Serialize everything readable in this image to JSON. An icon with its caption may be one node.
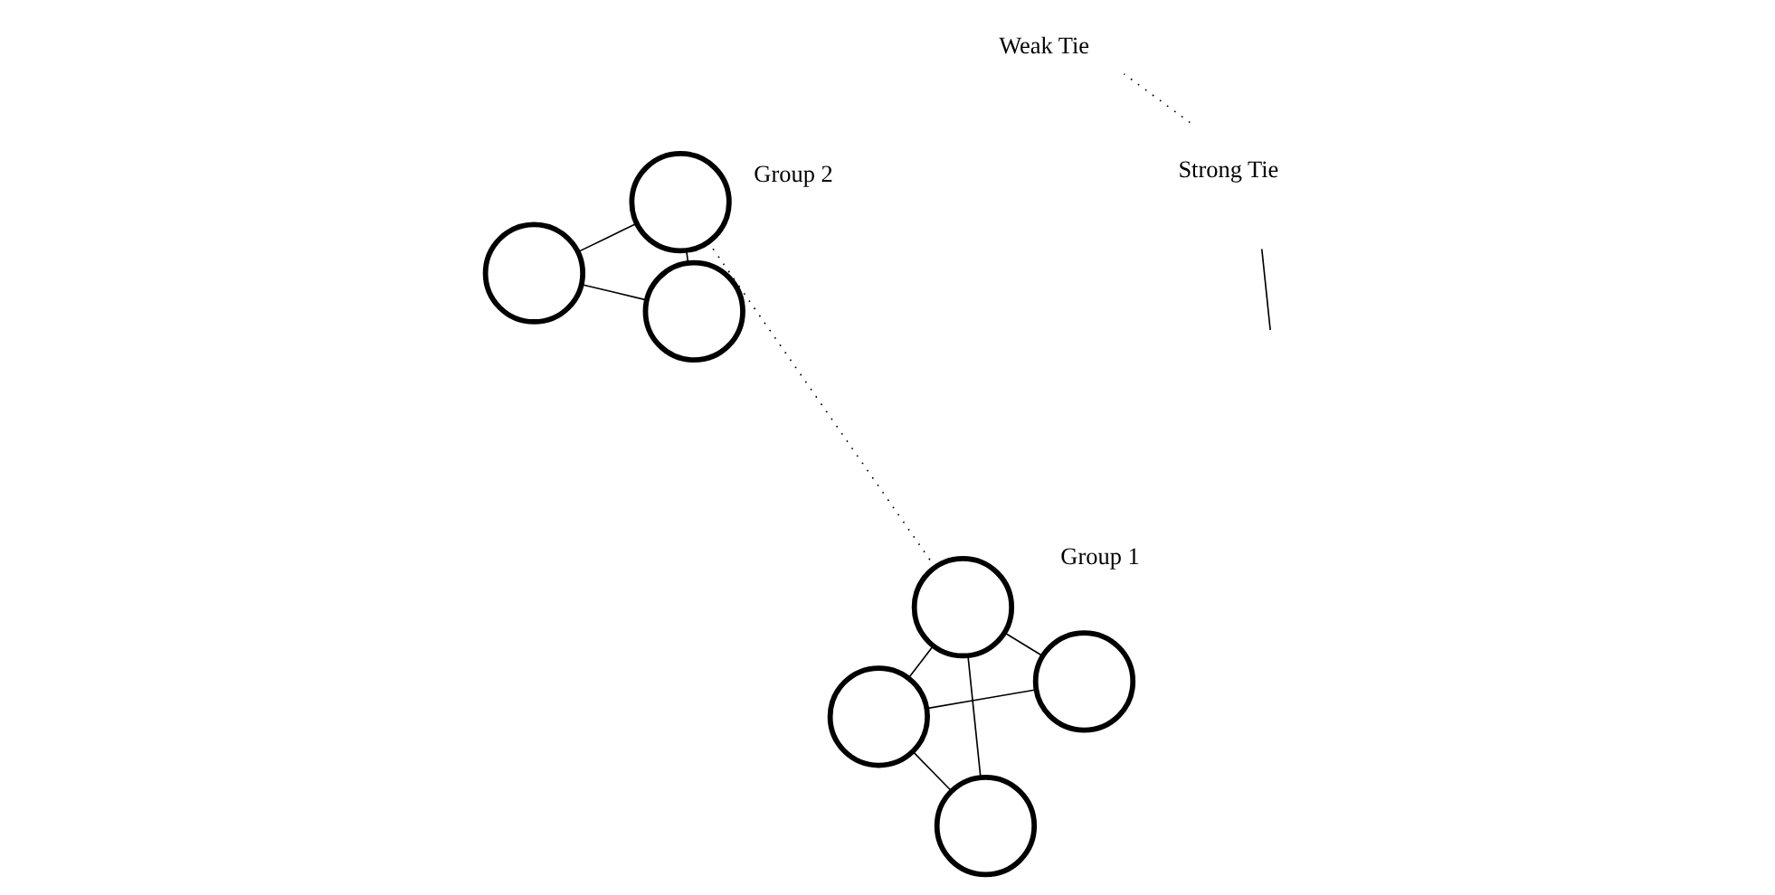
{
  "diagram": {
    "nodes": [
      {
        "text": [],
        "shape": "circle"
      },
      {
        "text": [],
        "shape": "circle"
      },
      {
        "text": [],
        "shape": "circle"
      },
      {
        "text": [],
        "shape": "circle"
      },
      {
        "text": [],
        "shape": "circle"
      },
      {
        "text": [],
        "shape": "circle"
      },
      {
        "text": [],
        "shape": "circle"
      }
    ],
    "edges": [
      {
        "from": 0,
        "to": 1,
        "arrow": "none"
      },
      {
        "from": 0,
        "to": 3,
        "arrow": "none"
      },
      {
        "from": 0,
        "to": 2,
        "arrow": "none"
      },
      {
        "from": 1,
        "to": 3,
        "arrow": "none"
      },
      {
        "from": 2,
        "to": 3,
        "arrow": "none"
      },
      {
        "from": 3,
        "to": 4,
        "arrow": "none",
        "style": "dashed"
      },
      {
        "from": 4,
        "to": 5,
        "arrow": "none"
      },
      {
        "from": 4,
        "to": 6,
        "arrow": "none"
      },
      {
        "from": 5,
        "to": 6,
        "arrow": "none"
      }
    ],
    "labels": [
      "Group 1",
      "Group 2"
    ],
    "legend": [
      {
        "text": "Strong Tie"
      },
      {
        "text": "Weak Tie"
      }
    ]
  }
}
